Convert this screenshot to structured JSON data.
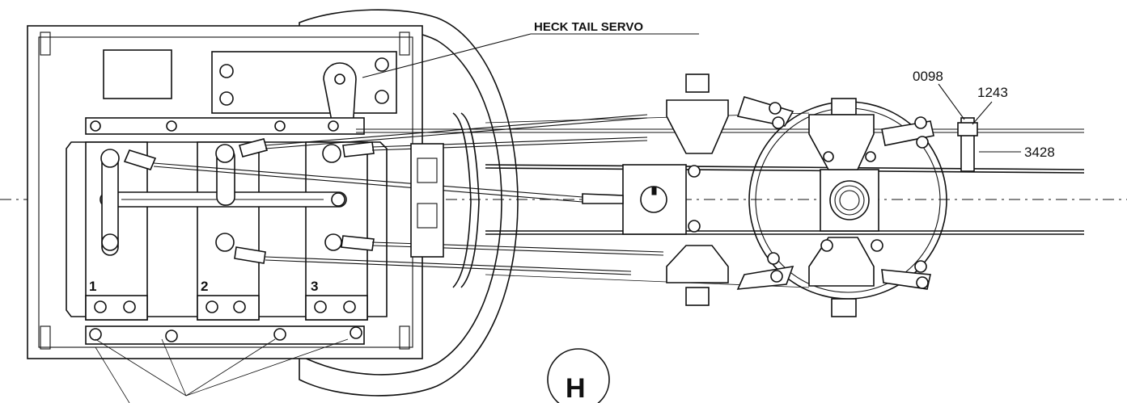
{
  "labels": {
    "heck_tail_servo": "HECK TAIL SERVO",
    "part_0098": "0098",
    "part_1243": "1243",
    "part_3428": "3428",
    "servo_1": "1",
    "servo_2": "2",
    "servo_3": "3",
    "section_letter": "H"
  }
}
